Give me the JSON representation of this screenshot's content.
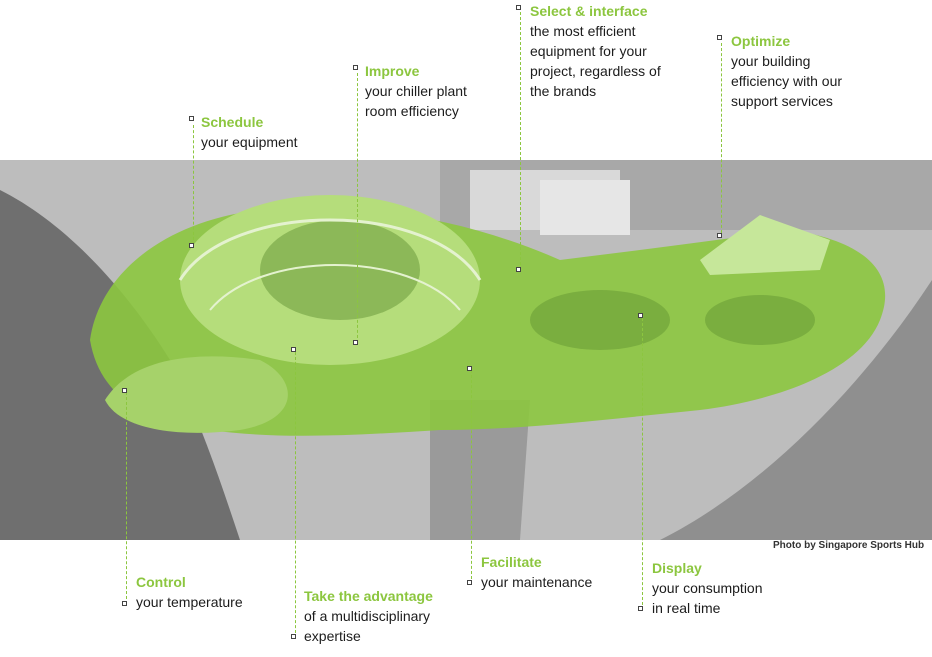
{
  "accent_color": "#8cc63f",
  "callouts": {
    "schedule": {
      "title": "Schedule",
      "desc": "your equipment"
    },
    "improve": {
      "title": "Improve",
      "desc": "your chiller plant\nroom efficiency"
    },
    "select": {
      "title": "Select & interface",
      "desc": "the most efficient\nequipment for your\nproject, regardless of\nthe brands"
    },
    "optimize": {
      "title": "Optimize",
      "desc": "your building\nefficiency with our\nsupport services"
    },
    "control": {
      "title": "Control",
      "desc": "your temperature"
    },
    "advantage": {
      "title": "Take the advantage",
      "desc": "of a multidisciplinary\nexpertise"
    },
    "facilitate": {
      "title": "Facilitate",
      "desc": "your maintenance"
    },
    "display": {
      "title": "Display",
      "desc": "your consumption\nin real time"
    }
  },
  "photo_credit": "Photo by Singapore Sports Hub"
}
